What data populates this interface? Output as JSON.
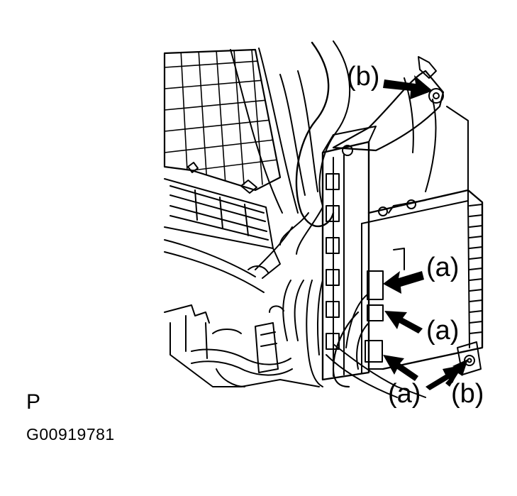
{
  "callouts": {
    "b_top": "(b)",
    "a_1": "(a)",
    "a_2": "(a)",
    "a_3": "(a)",
    "b_bottom": "(b)"
  },
  "view_code": "P",
  "figure_id": "G00919781"
}
